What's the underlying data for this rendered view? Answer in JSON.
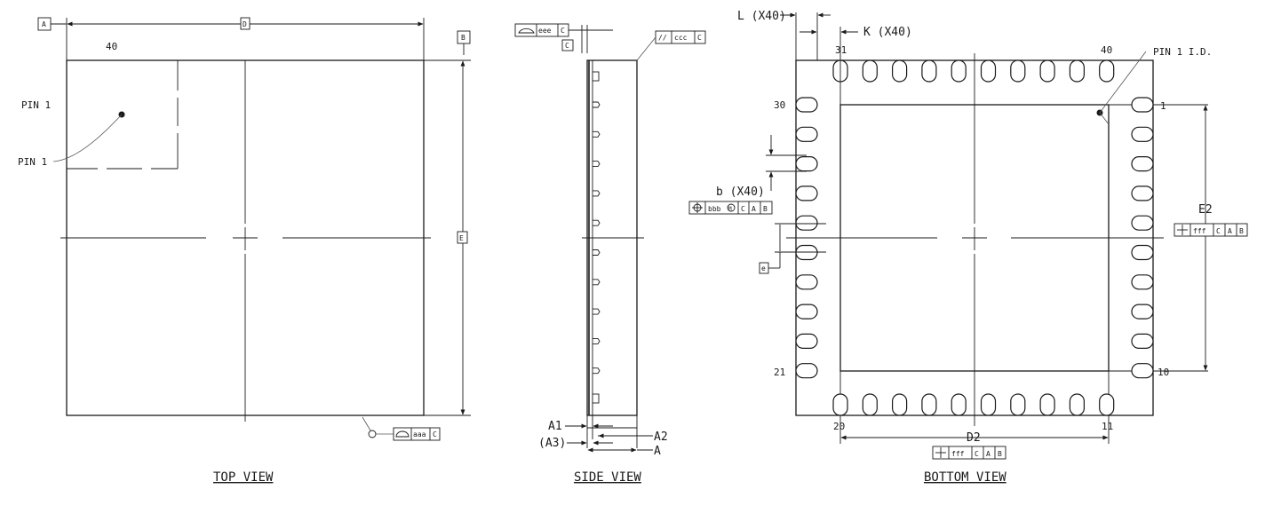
{
  "colors": {
    "line": "#1a1a1a",
    "leader": "#555555",
    "background": "#ffffff"
  },
  "top_view": {
    "title": "TOP VIEW",
    "datum_a": "A",
    "datum_b": "B",
    "datum_d": "D",
    "datum_e": "E",
    "pin_count_label": "40",
    "pin1_label": "PIN 1",
    "pin1_leader_label": "PIN 1",
    "fcf_value": "aaa",
    "fcf_datum": "C"
  },
  "side_view": {
    "title": "SIDE VIEW",
    "fcf_flatness_value": "eee",
    "fcf_flatness_datum": "C",
    "datum_c": "C",
    "fcf_parallel_symbol": "//",
    "fcf_parallel_value": "ccc",
    "fcf_parallel_datum": "C",
    "dim_a1": "A1",
    "dim_a3": "(A3)",
    "dim_a2": "A2",
    "dim_a": "A"
  },
  "bottom_view": {
    "title": "BOTTOM VIEW",
    "dim_l": "L (X40)",
    "dim_k": "K (X40)",
    "dim_b": "b (X40)",
    "dim_e": "e",
    "dim_e2": "E2",
    "dim_d2": "D2",
    "pin1_id": "PIN 1 I.D.",
    "pin_numbers": {
      "p1": "1",
      "p10": "10",
      "p11": "11",
      "p20": "20",
      "p21": "21",
      "p30": "30",
      "p31": "31",
      "p40": "40"
    },
    "fcf_b": {
      "value": "bbb",
      "modifier": "M",
      "datums": [
        "C",
        "A",
        "B"
      ]
    },
    "fcf_e2": {
      "value": "fff",
      "datums": [
        "C",
        "A",
        "B"
      ]
    },
    "fcf_d2": {
      "value": "fff",
      "datums": [
        "C",
        "A",
        "B"
      ]
    }
  }
}
